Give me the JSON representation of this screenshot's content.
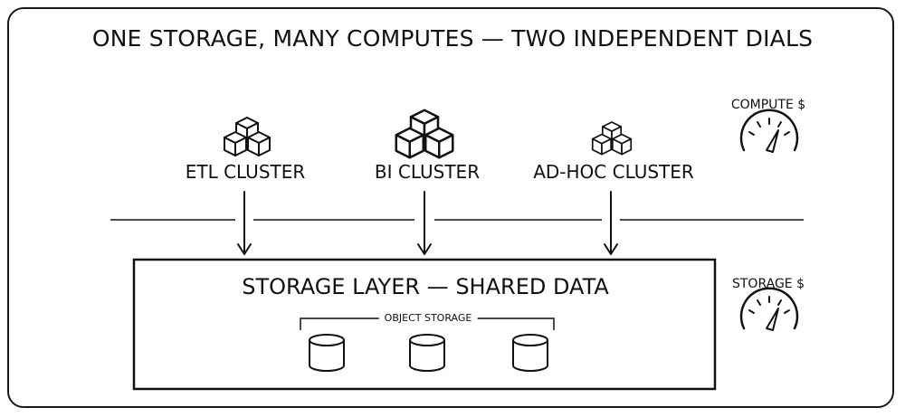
{
  "title": "ONE STORAGE, MANY COMPUTES — TWO INDEPENDENT DIALS",
  "clusters": [
    {
      "label": "ETL CLUSTER",
      "icon": "cubes-icon"
    },
    {
      "label": "BI CLUSTER",
      "icon": "cubes-icon"
    },
    {
      "label": "AD-HOC CLUSTER",
      "icon": "cubes-icon"
    }
  ],
  "storage": {
    "title": "STORAGE LAYER — SHARED DATA",
    "object_storage_label": "OBJECT STORAGE",
    "databases": [
      {
        "icon": "database-icon"
      },
      {
        "icon": "database-icon"
      },
      {
        "icon": "database-icon"
      }
    ]
  },
  "dials": [
    {
      "label": "COMPUTE $",
      "icon": "gauge-icon"
    },
    {
      "label": "STORAGE $",
      "icon": "gauge-icon"
    }
  ],
  "colors": {
    "ink": "#111111",
    "background": "#ffffff"
  }
}
